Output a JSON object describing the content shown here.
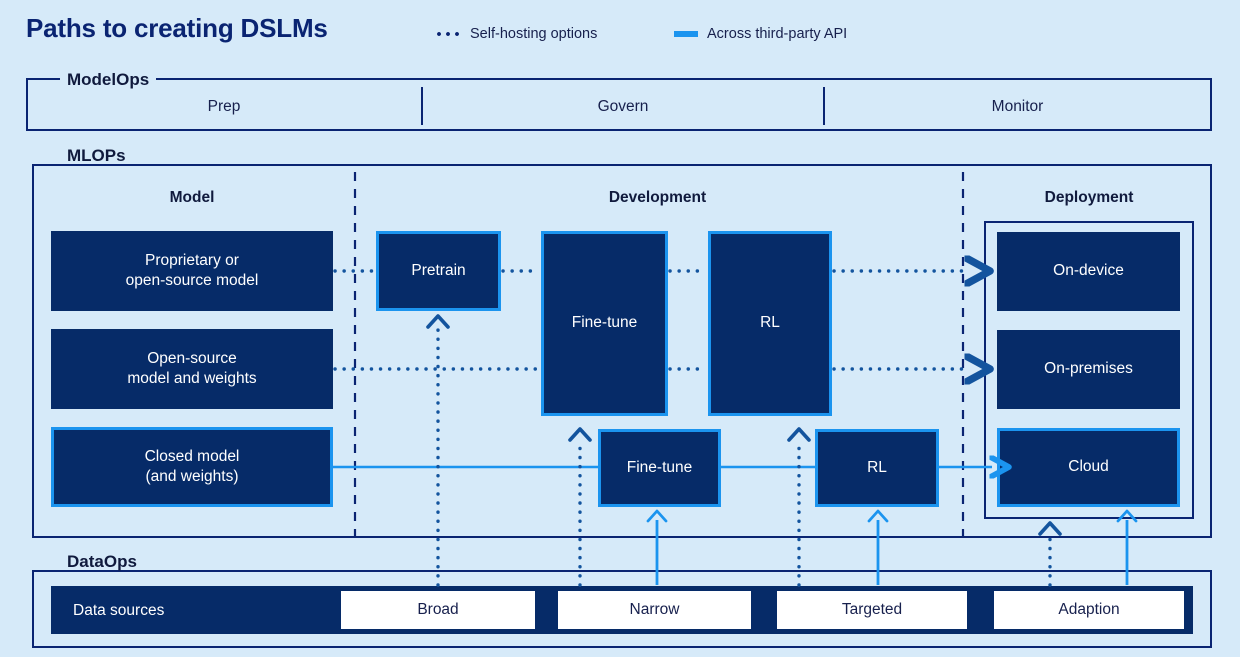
{
  "header": {
    "title": "Paths to creating DSLMs",
    "legend": [
      {
        "label": "Self-hosting options",
        "style": "dotted",
        "color": "#0a2472",
        "icon": "dotted-line-icon"
      },
      {
        "label": "Across third-party API",
        "style": "solid",
        "color": "#1b94ef",
        "icon": "solid-line-icon"
      }
    ]
  },
  "colors": {
    "background": "#d6eaf9",
    "navy": "#062b68",
    "navy_dark": "#0a2472",
    "accent_blue": "#1b94ef",
    "white": "#ffffff"
  },
  "modelops": {
    "label": "ModelOps",
    "columns": [
      "Prep",
      "Govern",
      "Monitor"
    ]
  },
  "mlops": {
    "label": "MLOPs",
    "sections": [
      "Model",
      "Development",
      "Deployment"
    ],
    "model_nodes": [
      {
        "label": "Proprietary or open-source model",
        "line1": "Proprietary or",
        "line2": "open-source model",
        "path": "self-hosting"
      },
      {
        "label": "Open-source model and weights",
        "line1": "Open-source",
        "line2": "model and weights",
        "path": "self-hosting"
      },
      {
        "label": "Closed model (and weights)",
        "line1": "Closed model",
        "line2": "(and weights)",
        "path": "third-party-api"
      }
    ],
    "development_nodes": [
      {
        "label": "Pretrain",
        "path": "self-hosting"
      },
      {
        "label": "Fine-tune",
        "path": "self-hosting"
      },
      {
        "label": "RL",
        "path": "self-hosting"
      },
      {
        "label": "Fine-tune",
        "path": "third-party-api"
      },
      {
        "label": "RL",
        "path": "third-party-api"
      }
    ],
    "deployment_nodes": [
      {
        "label": "On-device",
        "path": "self-hosting"
      },
      {
        "label": "On-premises",
        "path": "self-hosting"
      },
      {
        "label": "Cloud",
        "path": "third-party-api"
      }
    ]
  },
  "dataops": {
    "label": "DataOps",
    "row_label": "Data sources",
    "chips": [
      "Broad",
      "Narrow",
      "Targeted",
      "Adaption"
    ]
  }
}
